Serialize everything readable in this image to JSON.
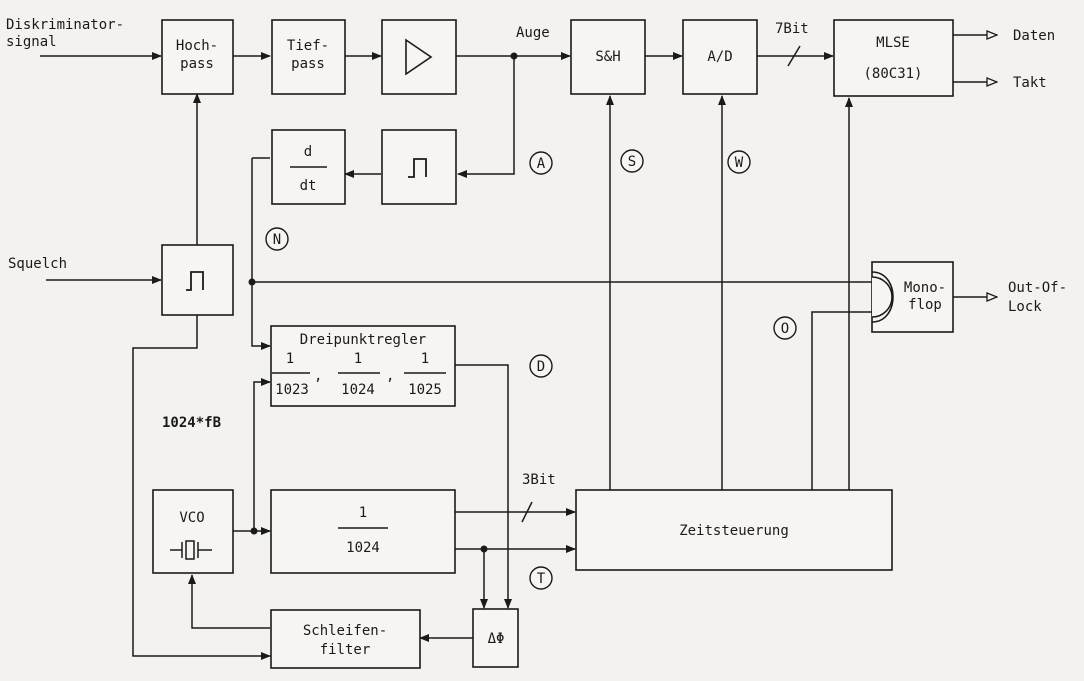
{
  "inputs": {
    "discriminator_line1": "Diskriminator-",
    "discriminator_line2": "signal",
    "squelch": "Squelch"
  },
  "blocks": {
    "highpass_line1": "Hoch-",
    "highpass_line2": "pass",
    "lowpass_line1": "Tief-",
    "lowpass_line2": "pass",
    "sample_hold": "S&H",
    "adc": "A/D",
    "mlse_line1": "MLSE",
    "mlse_line2": "(80C31)",
    "differentiator_num": "d",
    "differentiator_den": "dt",
    "threepoint_title": "Dreipunktregler",
    "threepoint_num1": "1",
    "threepoint_den1": "1023",
    "threepoint_num2": "1",
    "threepoint_den2": "1024",
    "threepoint_num3": "1",
    "threepoint_den3": "1025",
    "vco": "VCO",
    "divider_num": "1",
    "divider_den": "1024",
    "timing": "Zeitsteuerung",
    "loopfilter_line1": "Schleifen-",
    "loopfilter_line2": "filter",
    "phasedet": "ΔΦ",
    "monoflop_line1": "Mono-",
    "monoflop_line2": "flop"
  },
  "signals": {
    "auge": "Auge",
    "bits7": "7Bit",
    "bits3": "3Bit",
    "freq": "1024*fB"
  },
  "outputs": {
    "daten": "Daten",
    "takt": "Takt",
    "ool_line1": "Out-Of-",
    "ool_line2": "Lock"
  },
  "markers": {
    "a": "A",
    "s": "S",
    "w": "W",
    "n": "N",
    "d": "D",
    "o": "O",
    "t": "T"
  }
}
